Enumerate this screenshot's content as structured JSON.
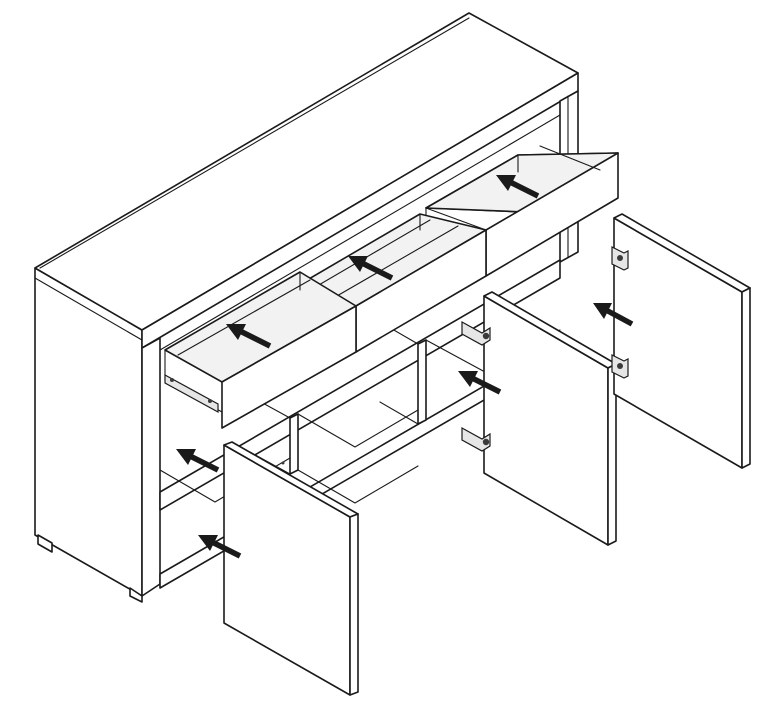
{
  "figure": {
    "kind": "assembly-instruction-illustration",
    "subject": "sideboard",
    "drawers": 3,
    "doors": 3,
    "arrows": 7,
    "hinges": 4
  },
  "colors": {
    "line": "#1a1a1a",
    "fill": "#ffffff",
    "shade": "#f2f2f2",
    "hinge": "#e6e6e6"
  },
  "icons": {
    "arrow": "insert-direction-arrow",
    "hinge": "cup-hinge-icon",
    "slide": "drawer-slide-icon"
  }
}
